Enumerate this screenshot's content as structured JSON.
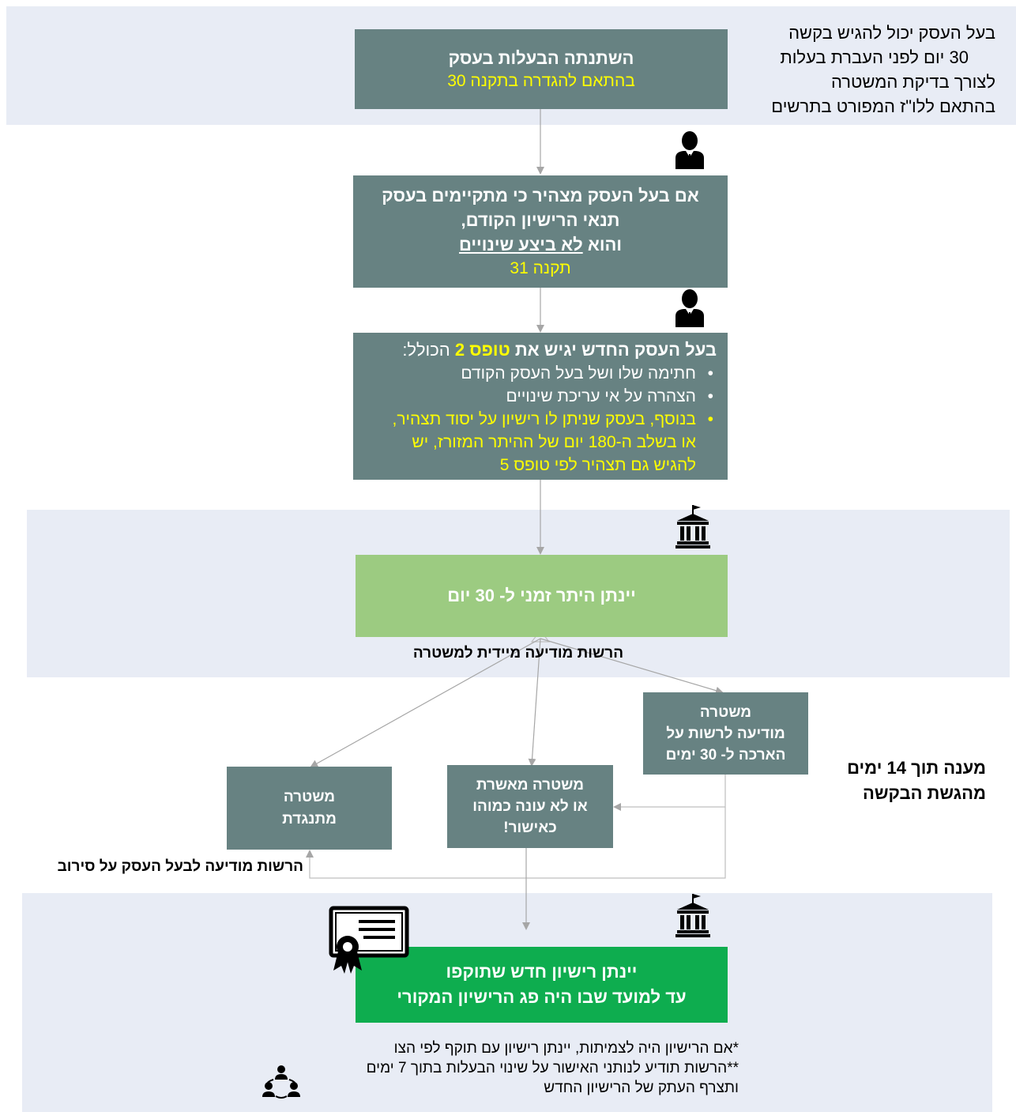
{
  "side_note": [
    "בעל העסק יכול להגיש בקשה",
    "30 יום לפני העברת בעלות",
    "לצורך בדיקת המשטרה",
    "בהתאם ללו\"ז המפורט בתרשים"
  ],
  "box1": {
    "title": "השתנתה הבעלות בעסק",
    "sub": "בהתאם להגדרה בתקנה 30"
  },
  "box2": {
    "line1": "אם בעל העסק מצהיר כי מתקיימים בעסק",
    "line2": "תנאי הרישיון הקודם,",
    "line3_prefix": "והוא",
    "line3_underline": "לא ביצע שינויים",
    "sub": "תקנה 31"
  },
  "box3": {
    "title_prefix": "בעל העסק החדש יגיש את",
    "title_highlight": "טופס 2",
    "title_suffix": "הכולל:",
    "bullets": [
      "חתימה שלו ושל בעל העסק הקודם",
      "הצהרה על אי עריכת שינויים"
    ],
    "yellow_bullet": [
      "בנוסף, בעסק שניתן לו רישיון על יסוד תצהיר,",
      "או בשלב ה-180 יום של ההיתר המזורז, יש",
      "להגיש גם תצהיר לפי טופס 5"
    ]
  },
  "box4": {
    "text": "יינתן היתר זמני ל- 30 יום"
  },
  "label_notify_police": "הרשות מודיעה מיידית למשטרה",
  "police_extend": [
    "משטרה",
    "מודיעה לרשות על",
    "הארכה ל- 30 ימים"
  ],
  "police_approve": [
    "משטרה מאשרת",
    "או לא עונה כמוהו",
    "כאישור!"
  ],
  "police_oppose": [
    "משטרה",
    "מתנגדת"
  ],
  "response_note": [
    "מענה תוך 14 ימים",
    "מהגשת הבקשה"
  ],
  "label_refusal": "הרשות מודיעה לבעל העסק על סירוב",
  "box_final": [
    "יינתן רישיון חדש שתוקפו",
    "עד למועד שבו היה פג הרישיון המקורי"
  ],
  "footnotes": [
    "*אם הרישיון היה לצמיתות, יינתן רישיון עם תוקף לפי הצו",
    "**הרשות תודיע לנותני האישור על שינוי הבעלות בתוך 7 ימים",
    "ותצרף העתק של הרישיון החדש"
  ],
  "colors": {
    "band": "#e8ecf5",
    "gray_box": "#678282",
    "light_green": "#9ccb81",
    "dark_green": "#0ead4f",
    "highlight": "#ffff00"
  },
  "icons": [
    "person-icon",
    "person-icon",
    "government-building-icon",
    "government-building-icon",
    "certificate-icon",
    "people-network-icon"
  ]
}
